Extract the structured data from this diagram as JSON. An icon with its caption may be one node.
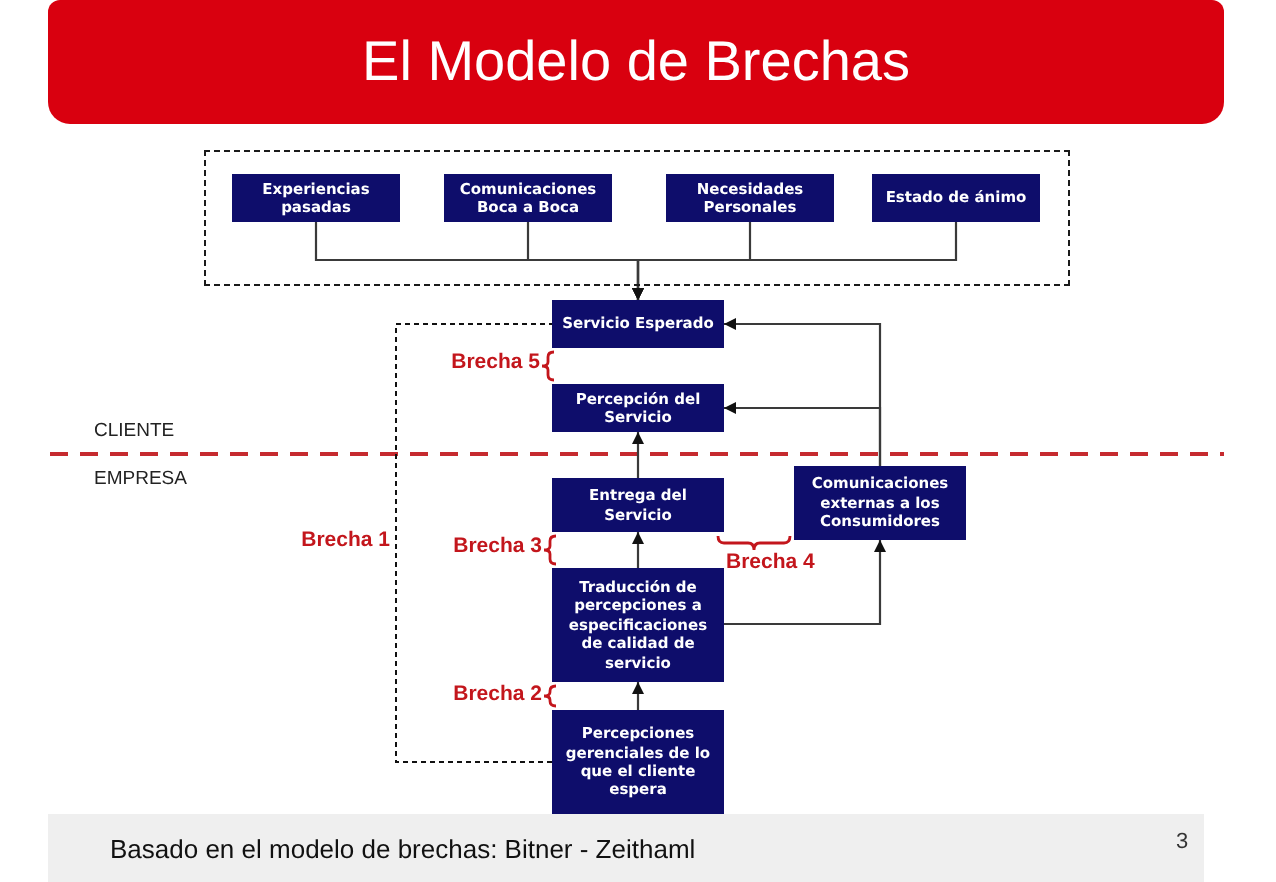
{
  "diagram": {
    "title": "El Modelo de Brechas",
    "caption": "Basado en el modelo de brechas: Bitner - Zeithaml",
    "nodes": [
      {
        "text": [],
        "shape": "box"
      },
      {
        "text": [
          "Experiencias pasadas"
        ],
        "in": 0
      },
      {
        "text": [
          "Comunicaciones Boca a Boca"
        ],
        "in": 0
      },
      {
        "text": [
          "Necesidades Personales"
        ],
        "in": 0
      },
      {
        "text": [
          "Estado de ánimo"
        ],
        "in": 0
      },
      {
        "text": [
          "Servicio Esperado"
        ]
      },
      {
        "text": [
          "Percepción del Servicio"
        ]
      },
      {
        "text": [
          "Entrega del Servicio"
        ]
      },
      {
        "text": [
          "Comunicaciones externas a los Consumidores"
        ]
      },
      {
        "text": [
          "Traducción de percepciones a especificaciones de calidad de servicio"
        ]
      },
      {
        "text": [
          "Percepciones gerenciales de lo que el cliente espera"
        ]
      }
    ],
    "edges": [
      {
        "from": 1,
        "to": 5,
        "arrow": "to"
      },
      {
        "from": 2,
        "to": 5,
        "arrow": "to"
      },
      {
        "from": 3,
        "to": 5,
        "arrow": "to"
      },
      {
        "from": 4,
        "to": 5,
        "arrow": "to"
      },
      {
        "from": 7,
        "to": 6,
        "arrow": "to"
      },
      {
        "from": 9,
        "to": 7,
        "arrow": "to"
      },
      {
        "from": 10,
        "to": 9,
        "arrow": "to"
      },
      {
        "from": 9,
        "to": 8,
        "arrow": "to"
      },
      {
        "from": 8,
        "to": 5,
        "arrow": "to"
      },
      {
        "from": 8,
        "to": 6,
        "arrow": "to"
      },
      {
        "from": 10,
        "to": 5,
        "arrow": "none",
        "style": "dashed",
        "label": "Brecha 1"
      }
    ],
    "labels": [
      "CLIENTE",
      "EMPRESA",
      "Brecha 5",
      "Brecha 3",
      "Brecha 4",
      "Brecha 2",
      "3"
    ]
  }
}
